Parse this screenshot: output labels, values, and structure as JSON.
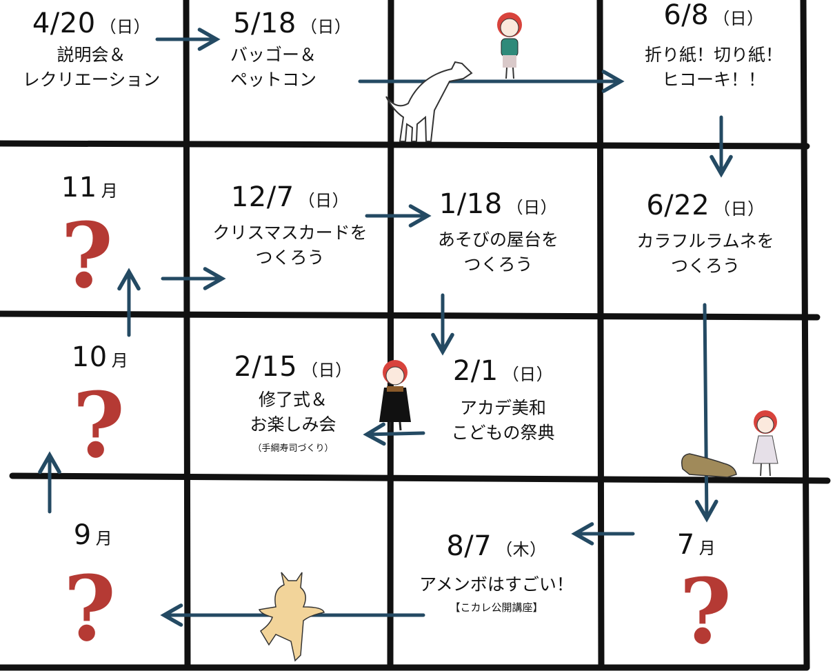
{
  "entries": [
    {
      "date": "4/20",
      "dow": "（日）",
      "title_lines": [
        "説明会＆",
        "レクリエーション"
      ]
    },
    {
      "date": "5/18",
      "dow": "（日）",
      "title_lines": [
        "バッゴー＆",
        "ペットコン"
      ]
    },
    {
      "date": "6/8",
      "dow": "（日）",
      "title_lines": [
        "折り紙！切り紙！",
        "ヒコーキ！！"
      ]
    },
    {
      "date": "6/22",
      "dow": "（日）",
      "title_lines": [
        "カラフルラムネを",
        "つくろう"
      ]
    },
    {
      "date": "7",
      "unit": "月",
      "mark": "?"
    },
    {
      "date": "8/7",
      "dow": "（木）",
      "title_lines": [
        "アメンボはすごい！"
      ],
      "note": "【こカレ公開講座】"
    },
    {
      "date": "9",
      "unit": "月",
      "mark": "?"
    },
    {
      "date": "10",
      "unit": "月",
      "mark": "?"
    },
    {
      "date": "11",
      "unit": "月",
      "mark": "?"
    },
    {
      "date": "12/7",
      "dow": "（日）",
      "title_lines": [
        "クリスマスカードを",
        "つくろう"
      ]
    },
    {
      "date": "1/18",
      "dow": "（日）",
      "title_lines": [
        "あそびの屋台を",
        "つくろう"
      ]
    },
    {
      "date": "2/1",
      "dow": "（日）",
      "title_lines": [
        "アカデ美和",
        "こどもの祭典"
      ]
    },
    {
      "date": "2/15",
      "dow": "（日）",
      "title_lines": [
        "修了式＆",
        "お楽しみ会"
      ],
      "note": "（手綱寿司づくり）"
    }
  ],
  "colors": {
    "grid": "#111111",
    "arrow": "#244a63",
    "question": "#b53a34",
    "girl_hair": "#d8433c"
  }
}
